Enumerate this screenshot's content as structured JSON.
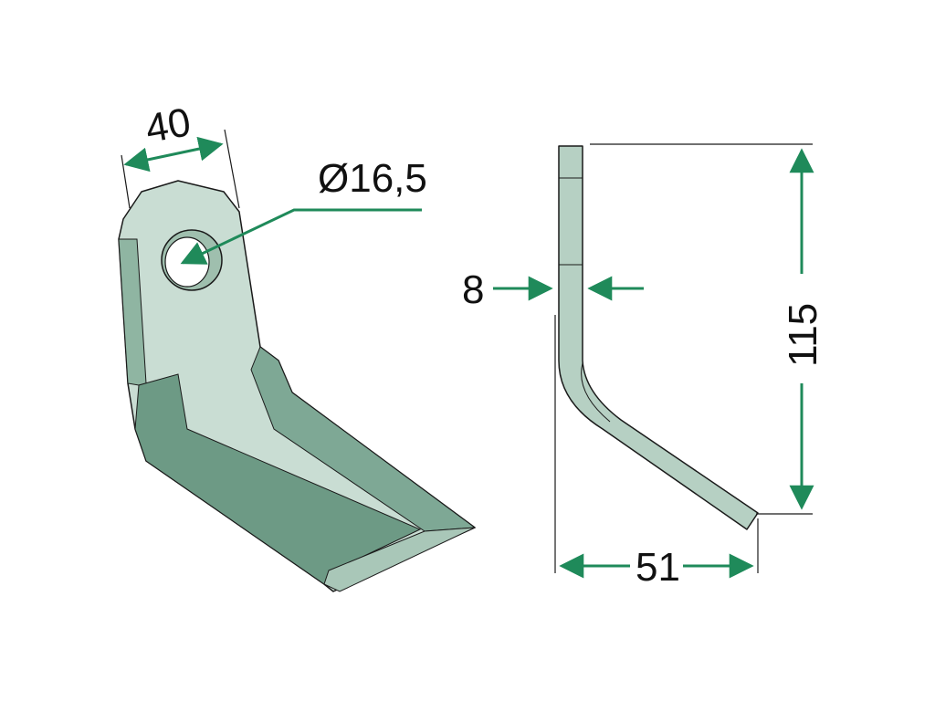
{
  "drawing": {
    "front_view": {
      "width_label": "40",
      "hole_diameter_label": "Ø16,5"
    },
    "side_view": {
      "thickness_label": "8",
      "height_label": "115",
      "depth_label": "51"
    }
  },
  "colors": {
    "dimension_line": "#1f8a5a",
    "blade_light": "#c9ddd3",
    "blade_mid": "#8fb5a2",
    "blade_dark": "#5f8f79",
    "outline": "#1a1a1a"
  }
}
